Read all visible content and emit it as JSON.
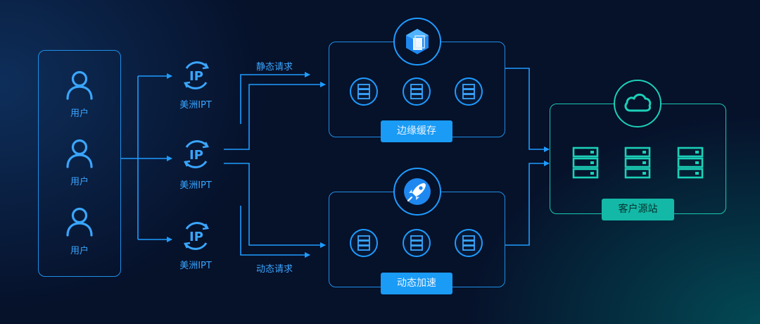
{
  "users": [
    {
      "label": "用户"
    },
    {
      "label": "用户"
    },
    {
      "label": "用户"
    }
  ],
  "ipt_nodes": [
    {
      "icon_text": "IP",
      "label": "美洲IPT"
    },
    {
      "icon_text": "IP",
      "label": "美洲IPT"
    },
    {
      "icon_text": "IP",
      "label": "美洲IPT"
    }
  ],
  "routes": {
    "static_label": "静态请求",
    "dynamic_label": "动态请求"
  },
  "edge_cache": {
    "label": "边缘缓存",
    "icon": "cube-icon",
    "servers": 3
  },
  "dynamic_accel": {
    "label": "动态加速",
    "icon": "rocket-icon",
    "servers": 3
  },
  "origin": {
    "label": "客户源站",
    "icon": "cloud-icon",
    "servers": 3
  },
  "colors": {
    "background": "#06112a",
    "blue": "#1e8fe6",
    "teal": "#18c9b5",
    "badge_blue": "#1a9bf5",
    "badge_teal": "#14b8a6"
  }
}
